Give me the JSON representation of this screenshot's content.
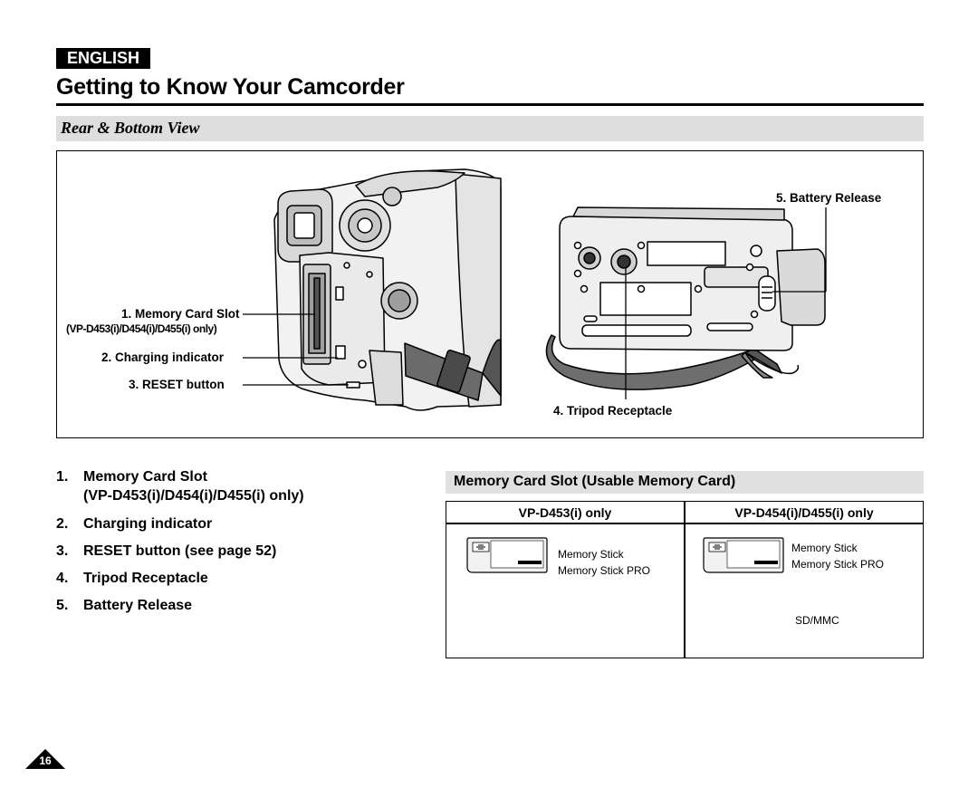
{
  "header": {
    "language_badge": "ENGLISH",
    "title": "Getting to Know Your Camcorder"
  },
  "section": {
    "title": "Rear & Bottom View"
  },
  "figure": {
    "callouts": {
      "memory_card_slot": "1. Memory Card Slot",
      "memory_card_slot_models": "(VP-D453(i)/D454(i)/D455(i) only)",
      "charging_indicator": "2. Charging indicator",
      "reset_button": "3. RESET button",
      "tripod_receptacle": "4. Tripod Receptacle",
      "battery_release": "5. Battery Release"
    }
  },
  "legend": {
    "items": [
      {
        "num": "1.",
        "text": "Memory Card Slot"
      },
      {
        "num": "",
        "text": "(VP-D453(i)/D454(i)/D455(i) only)"
      },
      {
        "num": "2.",
        "text": "Charging indicator"
      },
      {
        "num": "3.",
        "text": "RESET button (see page 52)"
      },
      {
        "num": "4.",
        "text": "Tripod Receptacle"
      },
      {
        "num": "5.",
        "text": "Battery Release"
      }
    ]
  },
  "memory_card_table": {
    "title": "Memory Card Slot (Usable Memory Card)",
    "columns": [
      {
        "header": "VP-D453(i) only",
        "cards": [
          "Memory Stick",
          "Memory Stick PRO"
        ]
      },
      {
        "header": "VP-D454(i)/D455(i) only",
        "cards": [
          "Memory Stick",
          "Memory Stick PRO",
          "SD/MMC"
        ]
      }
    ]
  },
  "page": {
    "number": "16"
  }
}
